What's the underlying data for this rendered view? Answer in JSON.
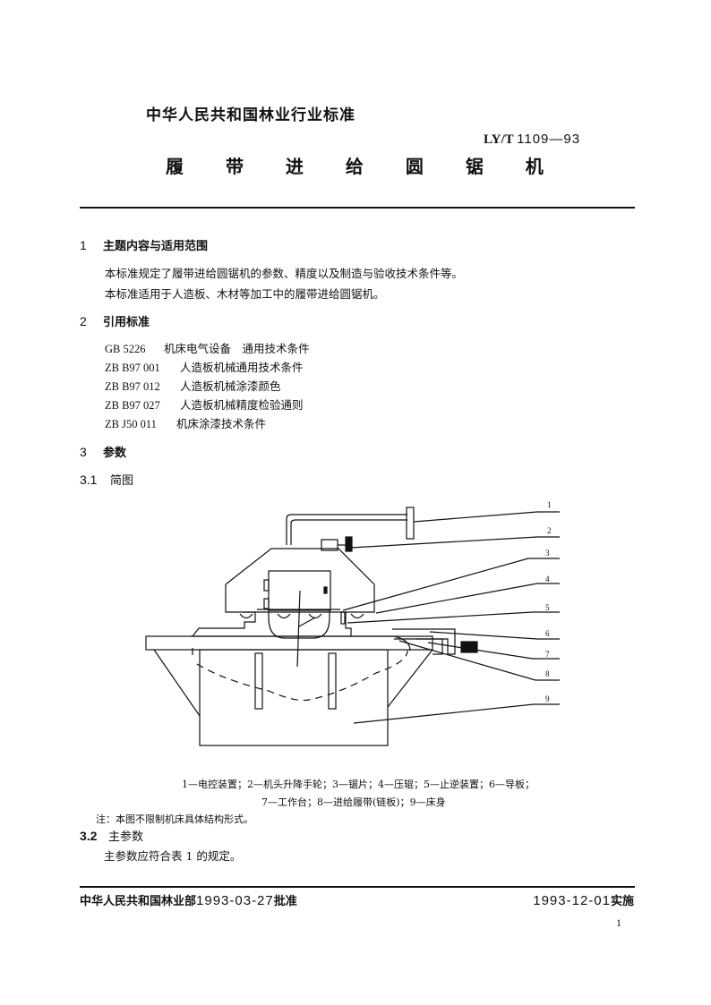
{
  "header": {
    "organization": "中华人民共和国林业行业标准",
    "standard_prefix": "LY/T",
    "standard_number": "1109—93",
    "title": "履 带 进 给 圆 锯 机"
  },
  "sections": {
    "s1": {
      "number": "1",
      "title": "主题内容与适用范围",
      "paragraphs": [
        "本标准规定了履带进给圆锯机的参数、精度以及制造与验收技术条件等。",
        "本标准适用于人造板、木材等加工中的履带进给圆锯机。"
      ]
    },
    "s2": {
      "number": "2",
      "title": "引用标准",
      "references": [
        {
          "code": "GB 5226",
          "title": "机床电气设备　通用技术条件"
        },
        {
          "code": "ZB B97 001",
          "title": "人造板机械通用技术条件"
        },
        {
          "code": "ZB B97 012",
          "title": "人造板机械涂漆颜色"
        },
        {
          "code": "ZB B97 027",
          "title": "人造板机械精度检验通则"
        },
        {
          "code": "ZB J50 011",
          "title": "机床涂漆技术条件"
        }
      ]
    },
    "s3": {
      "number": "3",
      "title": "参数",
      "s31": {
        "number": "3.1",
        "title": "简图"
      },
      "figure": {
        "callouts": [
          "1",
          "2",
          "3",
          "4",
          "5",
          "6",
          "7",
          "8",
          "9"
        ],
        "caption_line1": "1—电控装置；2—机头升降手轮；3—锯片；4—压辊；5—止逆装置；6—导板；",
        "caption_line2": "7—工作台；8—进给履带(链板)；9—床身",
        "note": "注：本图不限制机床具体结构形式。"
      },
      "s32": {
        "number": "3.2",
        "title": "主参数",
        "text": "主参数应符合表 1 的规定。"
      }
    }
  },
  "footer": {
    "approver": "中华人民共和国林业部",
    "approve_date": "1993-03-27",
    "approve_suffix": "批准",
    "effective_date": "1993-12-01",
    "effective_suffix": "实施",
    "page_number": "1"
  }
}
